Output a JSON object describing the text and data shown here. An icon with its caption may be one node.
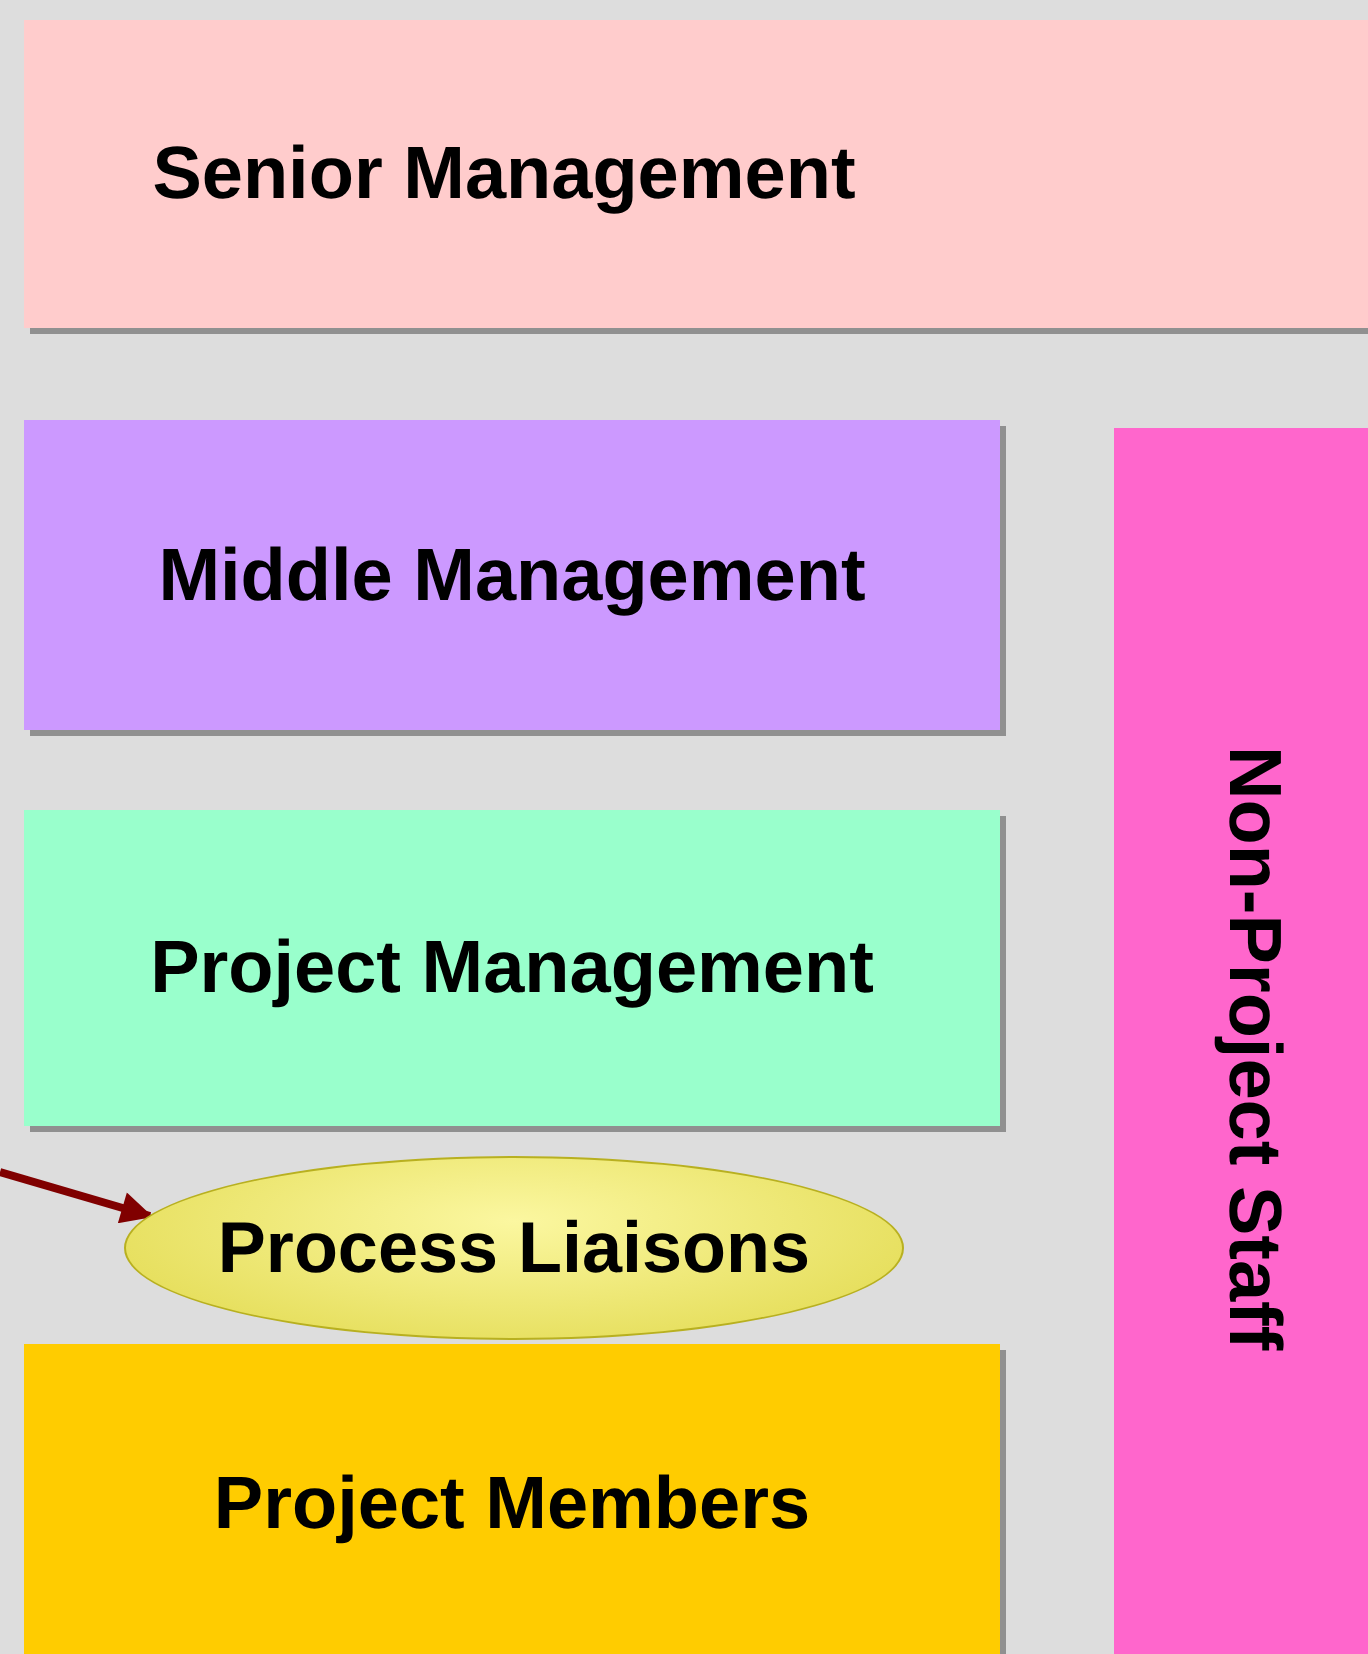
{
  "diagram": {
    "nodes": [
      {
        "text": [
          "Senior Management"
        ]
      },
      {
        "text": [
          "Middle Management"
        ]
      },
      {
        "text": [
          "Non-Project Staff"
        ]
      },
      {
        "text": [
          "Project Management"
        ]
      },
      {
        "text": [
          "Process Liaisons"
        ]
      },
      {
        "text": [
          "Project Members"
        ]
      }
    ],
    "edges": [
      {
        "from": null,
        "to": 4,
        "arrow": "to",
        "color": "#800000"
      }
    ]
  }
}
